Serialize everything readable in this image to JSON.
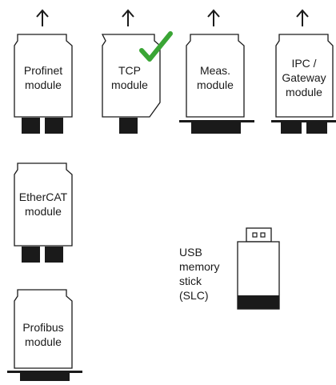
{
  "modules": {
    "profinet": {
      "line1": "Profinet",
      "line2": "module"
    },
    "tcp": {
      "line1": "TCP",
      "line2": "module"
    },
    "meas": {
      "line1": "Meas.",
      "line2": "module"
    },
    "ipc": {
      "line1": "IPC /",
      "line2": "Gateway",
      "line3": "module"
    },
    "ethercat": {
      "line1": "EtherCAT",
      "line2": "module"
    },
    "profibus": {
      "line1": "Profibus",
      "line2": "module"
    }
  },
  "usb": {
    "line1": "USB",
    "line2": "memory",
    "line3": "stick",
    "line4": "(SLC)"
  },
  "colors": {
    "outline": "#1a1a1a",
    "connector": "#1a1a1a",
    "checkmark": "#3aa535"
  },
  "icons": [
    "up-arrow-icon",
    "checkmark-icon"
  ]
}
